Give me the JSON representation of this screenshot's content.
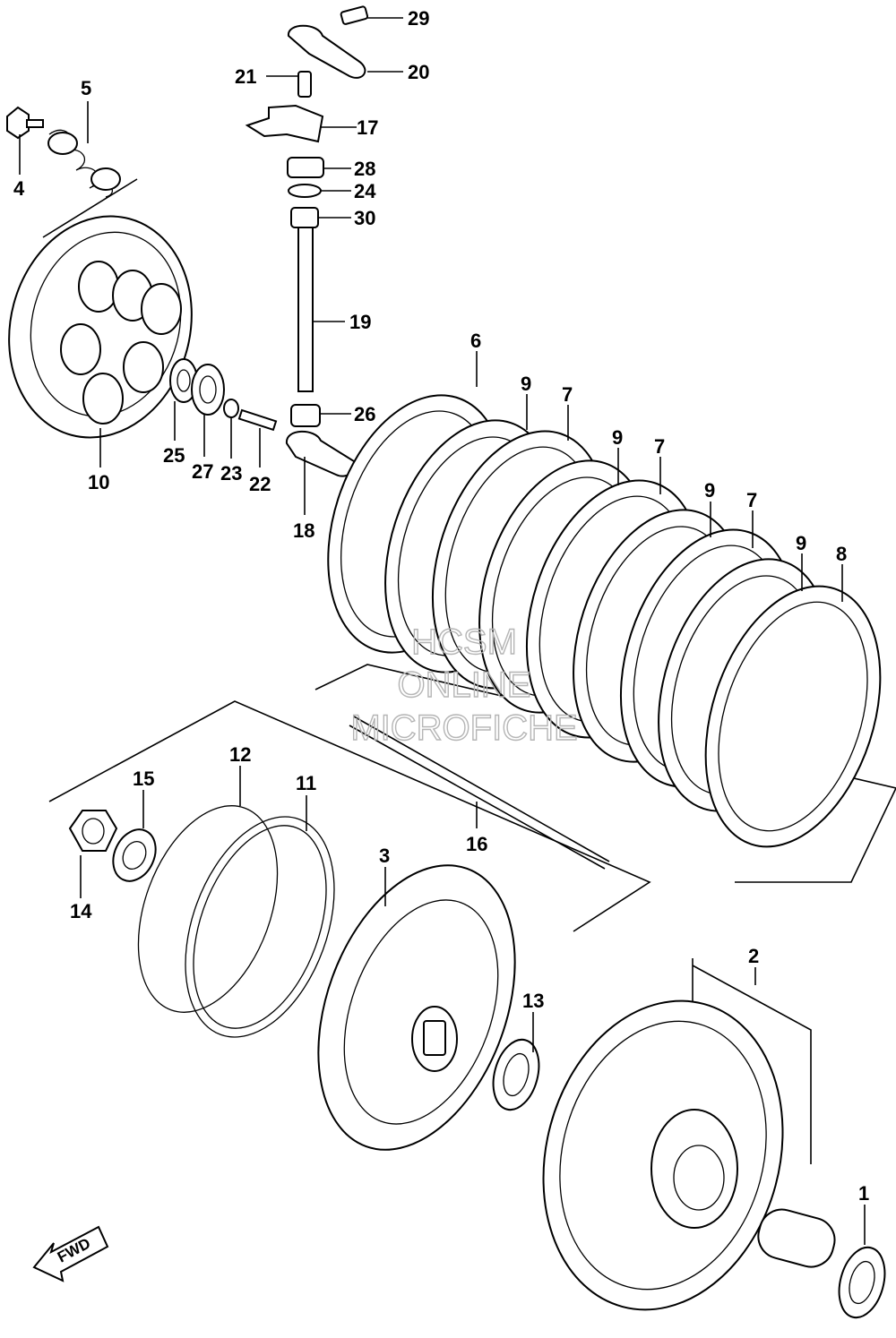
{
  "labels": {
    "p1": "1",
    "p2": "2",
    "p3": "3",
    "p4": "4",
    "p5": "5",
    "p6": "6",
    "p7a": "7",
    "p7b": "7",
    "p7c": "7",
    "p8": "8",
    "p9a": "9",
    "p9b": "9",
    "p9c": "9",
    "p9d": "9",
    "p10": "10",
    "p11": "11",
    "p12": "12",
    "p13": "13",
    "p14": "14",
    "p15": "15",
    "p16": "16",
    "p17": "17",
    "p18": "18",
    "p19": "19",
    "p20": "20",
    "p21": "21",
    "p22": "22",
    "p23": "23",
    "p24": "24",
    "p25": "25",
    "p26": "26",
    "p27": "27",
    "p28": "28",
    "p29": "29",
    "p30": "30"
  },
  "watermark": {
    "line1": "HCSM",
    "line2": "ONLINE",
    "line3": "MICROFICHE"
  },
  "fwd_label": "FWD"
}
